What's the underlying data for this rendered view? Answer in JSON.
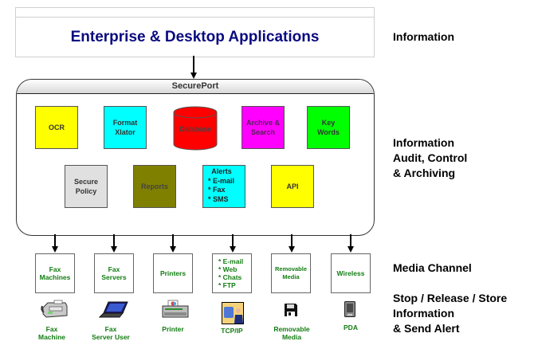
{
  "app": {
    "title": "Enterprise & Desktop Applications"
  },
  "secureport": {
    "title": "SecurePort",
    "modules": [
      {
        "id": "ocr",
        "label": "OCR",
        "color": "#ffff00"
      },
      {
        "id": "format-xlator",
        "label": "Format\nXlator",
        "color": "#00ffff"
      },
      {
        "id": "database",
        "label": "Database",
        "color": "#ff0000",
        "shape": "cylinder"
      },
      {
        "id": "archive-search",
        "label": "Archive &\nSearch",
        "color": "#ff00ff"
      },
      {
        "id": "key-words",
        "label": "Key\nWords",
        "color": "#00ff00"
      },
      {
        "id": "secure-policy",
        "label": "Secure\nPolicy",
        "color": "#e0e0e0"
      },
      {
        "id": "reports",
        "label": "Reports",
        "color": "#808000"
      },
      {
        "id": "alerts",
        "label": "Alerts",
        "color": "#00ffff",
        "items": [
          "* E-mail",
          "* Fax",
          "* SMS"
        ]
      },
      {
        "id": "api",
        "label": "API",
        "color": "#ffff00"
      }
    ]
  },
  "channels": [
    {
      "id": "fax-machines",
      "label": "Fax\nMachines"
    },
    {
      "id": "fax-servers",
      "label": "Fax\nServers"
    },
    {
      "id": "printers",
      "label": "Printers"
    },
    {
      "id": "internet",
      "label": "* E-mail\n* Web\n* Chats\n* FTP"
    },
    {
      "id": "removable-media",
      "label": "Removable\nMedia"
    },
    {
      "id": "wireless",
      "label": "Wireless"
    }
  ],
  "devices": [
    {
      "id": "fax-machine",
      "label": "Fax\nMachine",
      "icon": "fax-machine-icon"
    },
    {
      "id": "fax-server-user",
      "label": "Fax\nServer User",
      "icon": "laptop-icon"
    },
    {
      "id": "printer",
      "label": "Printer",
      "icon": "printer-icon"
    },
    {
      "id": "tcpip",
      "label": "TCP/IP",
      "icon": "network-user-icon"
    },
    {
      "id": "removable-media",
      "label": "Removable\nMedia",
      "icon": "floppy-disk-icon"
    },
    {
      "id": "pda",
      "label": "PDA",
      "icon": "pda-icon"
    }
  ],
  "side_labels": {
    "information": "Information",
    "audit": "Information\nAudit, Control\n& Archiving",
    "media_channel": "Media Channel",
    "stop_release": "Stop / Release / Store\nInformation\n& Send Alert"
  },
  "colors": {
    "title_blue": "#0a0a80",
    "channel_green": "#127d12"
  }
}
